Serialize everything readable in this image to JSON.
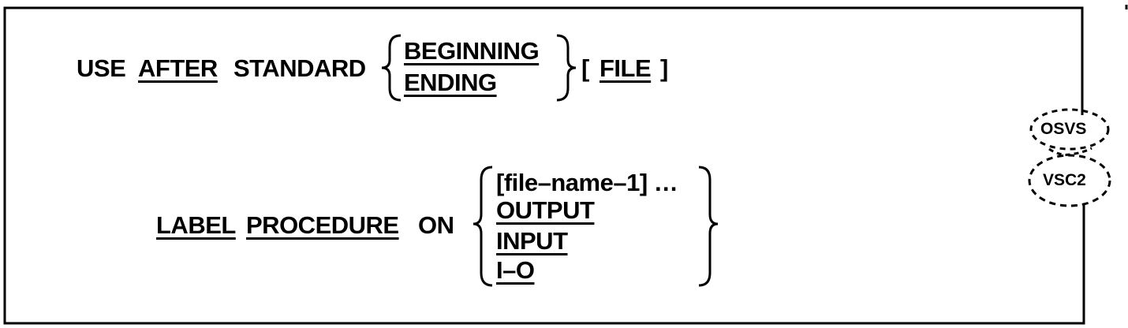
{
  "syntax": {
    "line1": {
      "use": "USE",
      "after": "AFTER",
      "standard": "STANDARD",
      "options": [
        "BEGINNING",
        "ENDING"
      ],
      "file_open": "[",
      "file": "FILE",
      "file_close": "]"
    },
    "line2": {
      "label": "LABEL",
      "procedure": "PROCEDURE",
      "on": "ON",
      "options": [
        "[file–name–1] …",
        "OUTPUT",
        "INPUT",
        "I–O"
      ]
    }
  },
  "tags": {
    "osvs": "OSVS",
    "vsc2": "VSC2"
  }
}
